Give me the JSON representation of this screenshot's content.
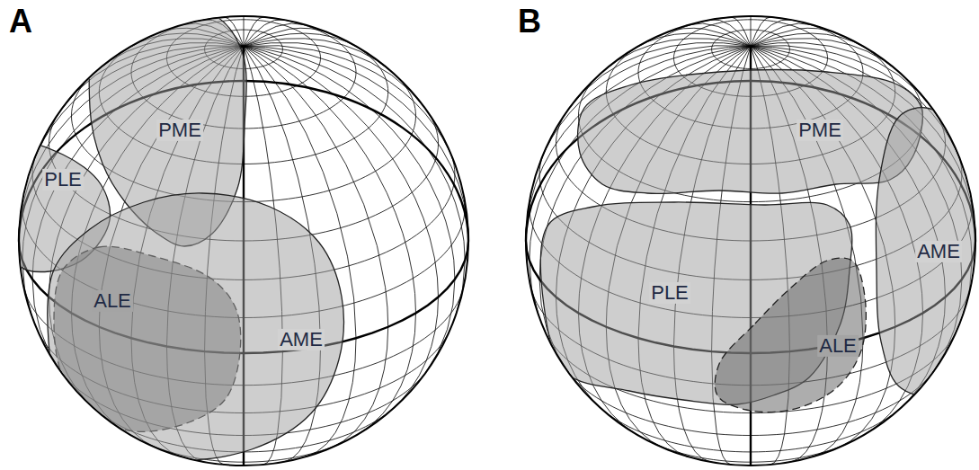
{
  "diagram": {
    "nodes": [
      {
        "text": [
          "PME"
        ]
      },
      {
        "text": [
          "PLE"
        ]
      },
      {
        "text": [
          "ALE"
        ]
      },
      {
        "text": [
          "AME"
        ]
      },
      {
        "text": [
          "PME"
        ]
      },
      {
        "text": [
          "AME"
        ]
      },
      {
        "text": [
          "PLE"
        ]
      },
      {
        "text": [
          "ALE"
        ]
      }
    ],
    "labels": [
      "A",
      "B"
    ]
  }
}
